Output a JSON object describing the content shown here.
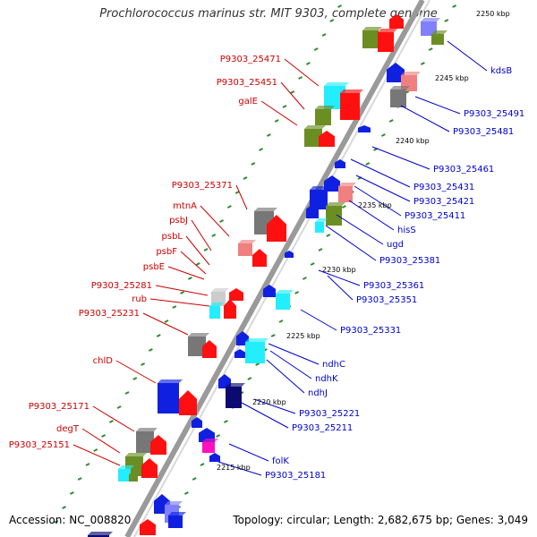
{
  "title": "Prochlorococcus marinus str. MIT 9303, complete genome",
  "footer": {
    "accession": "Accession: NC_008820",
    "summary": "Topology: circular; Length: 2,682,675 bp; Genes: 3,049"
  },
  "colors": {
    "backbone": "#9a9a9a",
    "forward_label": "#cc0000",
    "reverse_label": "#0000cc",
    "tick": "#2e8b2e",
    "red": "#ff1010",
    "blue": "#1020e0",
    "navy": "#0a0a70",
    "cyan": "#22eeff",
    "olive": "#6b8e23",
    "gray": "#777777",
    "pink": "#f08080",
    "magenta": "#ff10c0",
    "lightgray": "#cccccc",
    "periwinkle": "#8080ff"
  },
  "scale_labels": [
    "2250 kbp",
    "2245 kbp",
    "2240 kbp",
    "2235 kbp",
    "2230 kbp",
    "2225 kbp",
    "2220 kbp",
    "2215 kbp"
  ],
  "forward_genes": [
    "P9303_25471",
    "P9303_25451",
    "galE",
    "P9303_25371",
    "mtnA",
    "psbJ",
    "psbL",
    "psbF",
    "psbE",
    "P9303_25281",
    "rub",
    "P9303_25231",
    "chlD",
    "P9303_25171",
    "degT",
    "P9303_25151"
  ],
  "reverse_genes": [
    "kdsB",
    "P9303_25491",
    "P9303_25481",
    "P9303_25461",
    "P9303_25431",
    "P9303_25421",
    "P9303_25411",
    "hisS",
    "ugd",
    "P9303_25381",
    "P9303_25361",
    "P9303_25351",
    "P9303_25331",
    "ndhC",
    "ndhK",
    "ndhJ",
    "P9303_25221",
    "P9303_25211",
    "folK",
    "P9303_25181"
  ]
}
